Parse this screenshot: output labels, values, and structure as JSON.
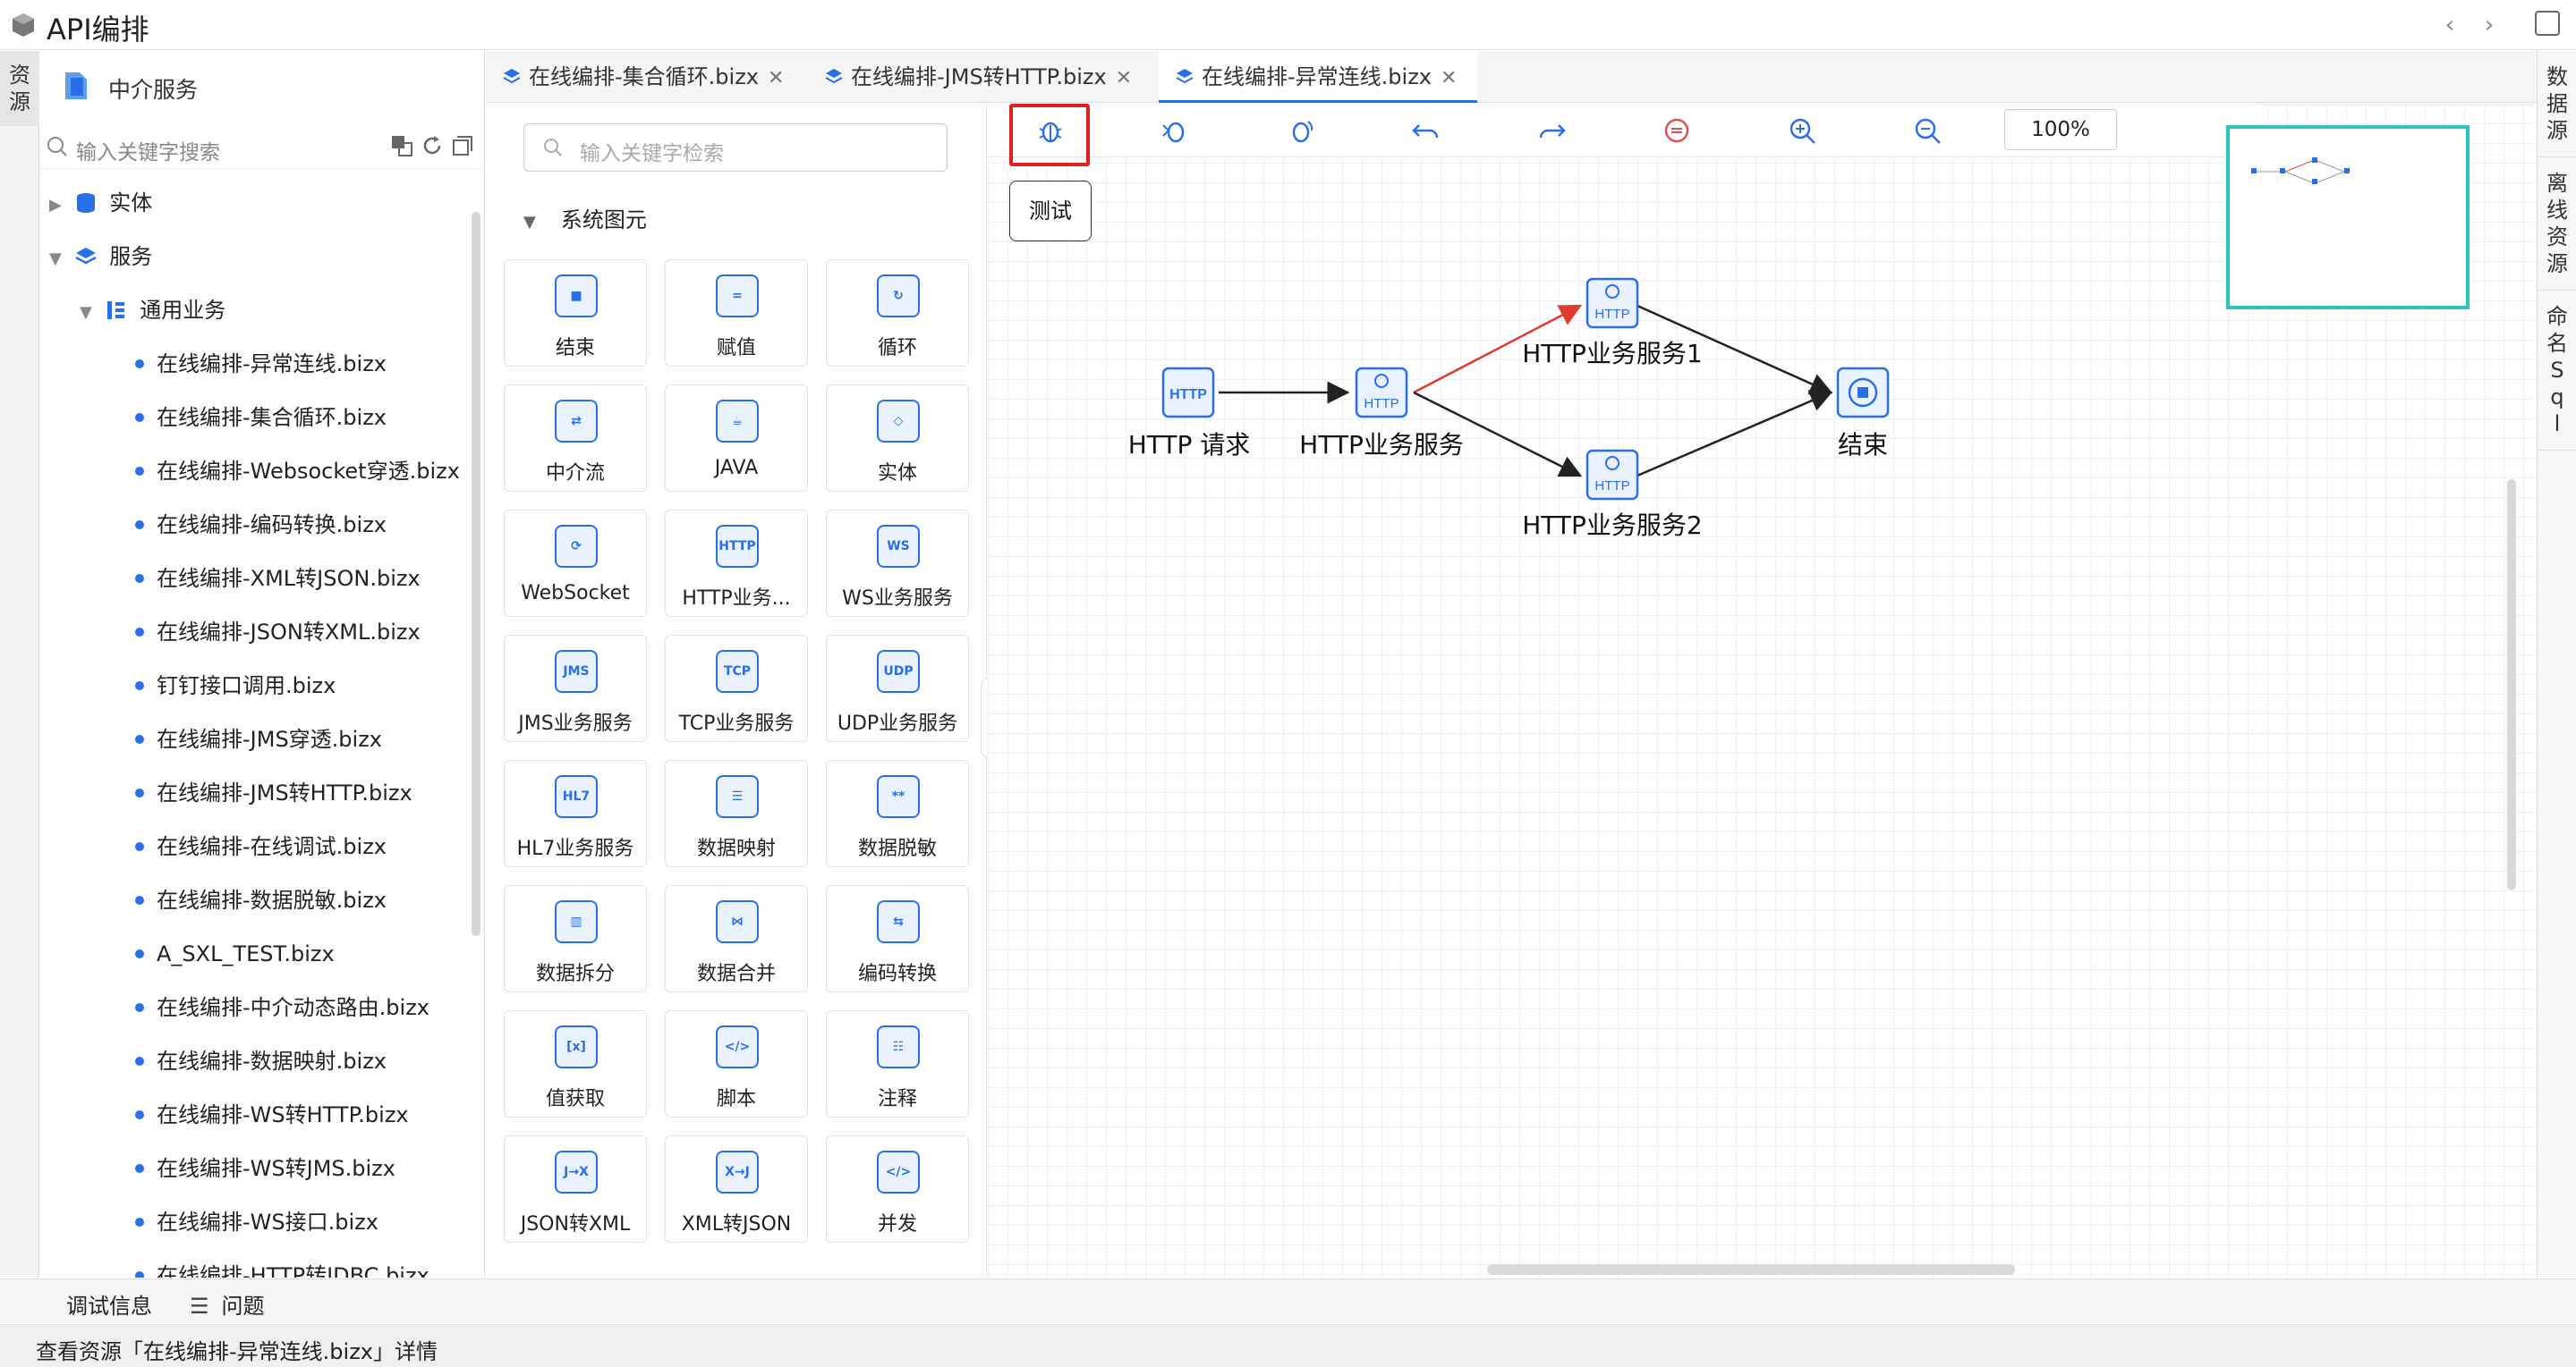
{
  "app": {
    "title": "API编排"
  },
  "left_rail": {
    "tabs": [
      "资源"
    ]
  },
  "resource_panel": {
    "service_name": "中介服务",
    "search_placeholder": "输入关键字搜索",
    "tree": {
      "entity": "实体",
      "service": "服务",
      "general_business": "通用业务",
      "files": [
        "在线编排-异常连线.bizx",
        "在线编排-集合循环.bizx",
        "在线编排-Websocket穿透.bizx",
        "在线编排-编码转换.bizx",
        "在线编排-XML转JSON.bizx",
        "在线编排-JSON转XML.bizx",
        "钉钉接口调用.bizx",
        "在线编排-JMS穿透.bizx",
        "在线编排-JMS转HTTP.bizx",
        "在线编排-在线调试.bizx",
        "在线编排-数据脱敏.bizx",
        "A_SXL_TEST.bizx",
        "在线编排-中介动态路由.bizx",
        "在线编排-数据映射.bizx",
        "在线编排-WS转HTTP.bizx",
        "在线编排-WS转JMS.bizx",
        "在线编排-WS接口.bizx",
        "在线编排-HTTP转JDBC.bizx"
      ]
    }
  },
  "tabs": [
    {
      "label": "在线编排-集合循环.bizx",
      "active": false
    },
    {
      "label": "在线编排-JMS转HTTP.bizx",
      "active": false
    },
    {
      "label": "在线编排-异常连线.bizx",
      "active": true
    }
  ],
  "palette": {
    "search_placeholder": "输入关键字检索",
    "group": "系统图元",
    "items": [
      {
        "label": "结束",
        "icon": "stop-icon",
        "glyph": "■"
      },
      {
        "label": "赋值",
        "icon": "assign-icon",
        "glyph": "="
      },
      {
        "label": "循环",
        "icon": "loop-icon",
        "glyph": "↻"
      },
      {
        "label": "中介流",
        "icon": "flow-icon",
        "glyph": "⇄"
      },
      {
        "label": "JAVA",
        "icon": "java-icon",
        "glyph": "☕"
      },
      {
        "label": "实体",
        "icon": "entity-icon",
        "glyph": "◇"
      },
      {
        "label": "WebSocket",
        "icon": "websocket-icon",
        "glyph": "⟳"
      },
      {
        "label": "HTTP业务...",
        "icon": "http-icon",
        "glyph": "HTTP"
      },
      {
        "label": "WS业务服务",
        "icon": "ws-icon",
        "glyph": "WS"
      },
      {
        "label": "JMS业务服务",
        "icon": "jms-icon",
        "glyph": "JMS"
      },
      {
        "label": "TCP业务服务",
        "icon": "tcp-icon",
        "glyph": "TCP"
      },
      {
        "label": "UDP业务服务",
        "icon": "udp-icon",
        "glyph": "UDP"
      },
      {
        "label": "HL7业务服务",
        "icon": "hl7-icon",
        "glyph": "HL7"
      },
      {
        "label": "数据映射",
        "icon": "data-map-icon",
        "glyph": "☰"
      },
      {
        "label": "数据脱敏",
        "icon": "data-mask-icon",
        "glyph": "**"
      },
      {
        "label": "数据拆分",
        "icon": "data-split-icon",
        "glyph": "▥"
      },
      {
        "label": "数据合并",
        "icon": "data-merge-icon",
        "glyph": "⋈"
      },
      {
        "label": "编码转换",
        "icon": "encode-icon",
        "glyph": "⇆"
      },
      {
        "label": "值获取",
        "icon": "value-get-icon",
        "glyph": "[x]"
      },
      {
        "label": "脚本",
        "icon": "script-icon",
        "glyph": "</>"
      },
      {
        "label": "注释",
        "icon": "comment-icon",
        "glyph": "☷"
      },
      {
        "label": "JSON转XML",
        "icon": "json-xml-icon",
        "glyph": "J→X"
      },
      {
        "label": "XML转JSON",
        "icon": "xml-json-icon",
        "glyph": "X→J"
      },
      {
        "label": "并发",
        "icon": "concurrent-icon",
        "glyph": "</>"
      }
    ]
  },
  "canvas": {
    "zoom": "100%",
    "tooltip": "测试",
    "nodes": {
      "http_request": "HTTP 请求",
      "http_service": "HTTP业务服务",
      "http_service1": "HTTP业务服务1",
      "http_service2": "HTTP业务服务2",
      "end": "结束"
    },
    "node_icon_text": "HTTP",
    "error_edge_color": "#e03a2e"
  },
  "right_rail": {
    "tabs": [
      "数据源",
      "离线资源",
      "命名Sql"
    ]
  },
  "bottom": {
    "debug_info": "调试信息",
    "problems": "问题"
  },
  "status": {
    "text": "查看资源「在线编排-异常连线.bizx」详情"
  },
  "colors": {
    "accent": "#2a6ee8",
    "minimap_border": "#2cc7b8",
    "highlight": "#e02020"
  }
}
